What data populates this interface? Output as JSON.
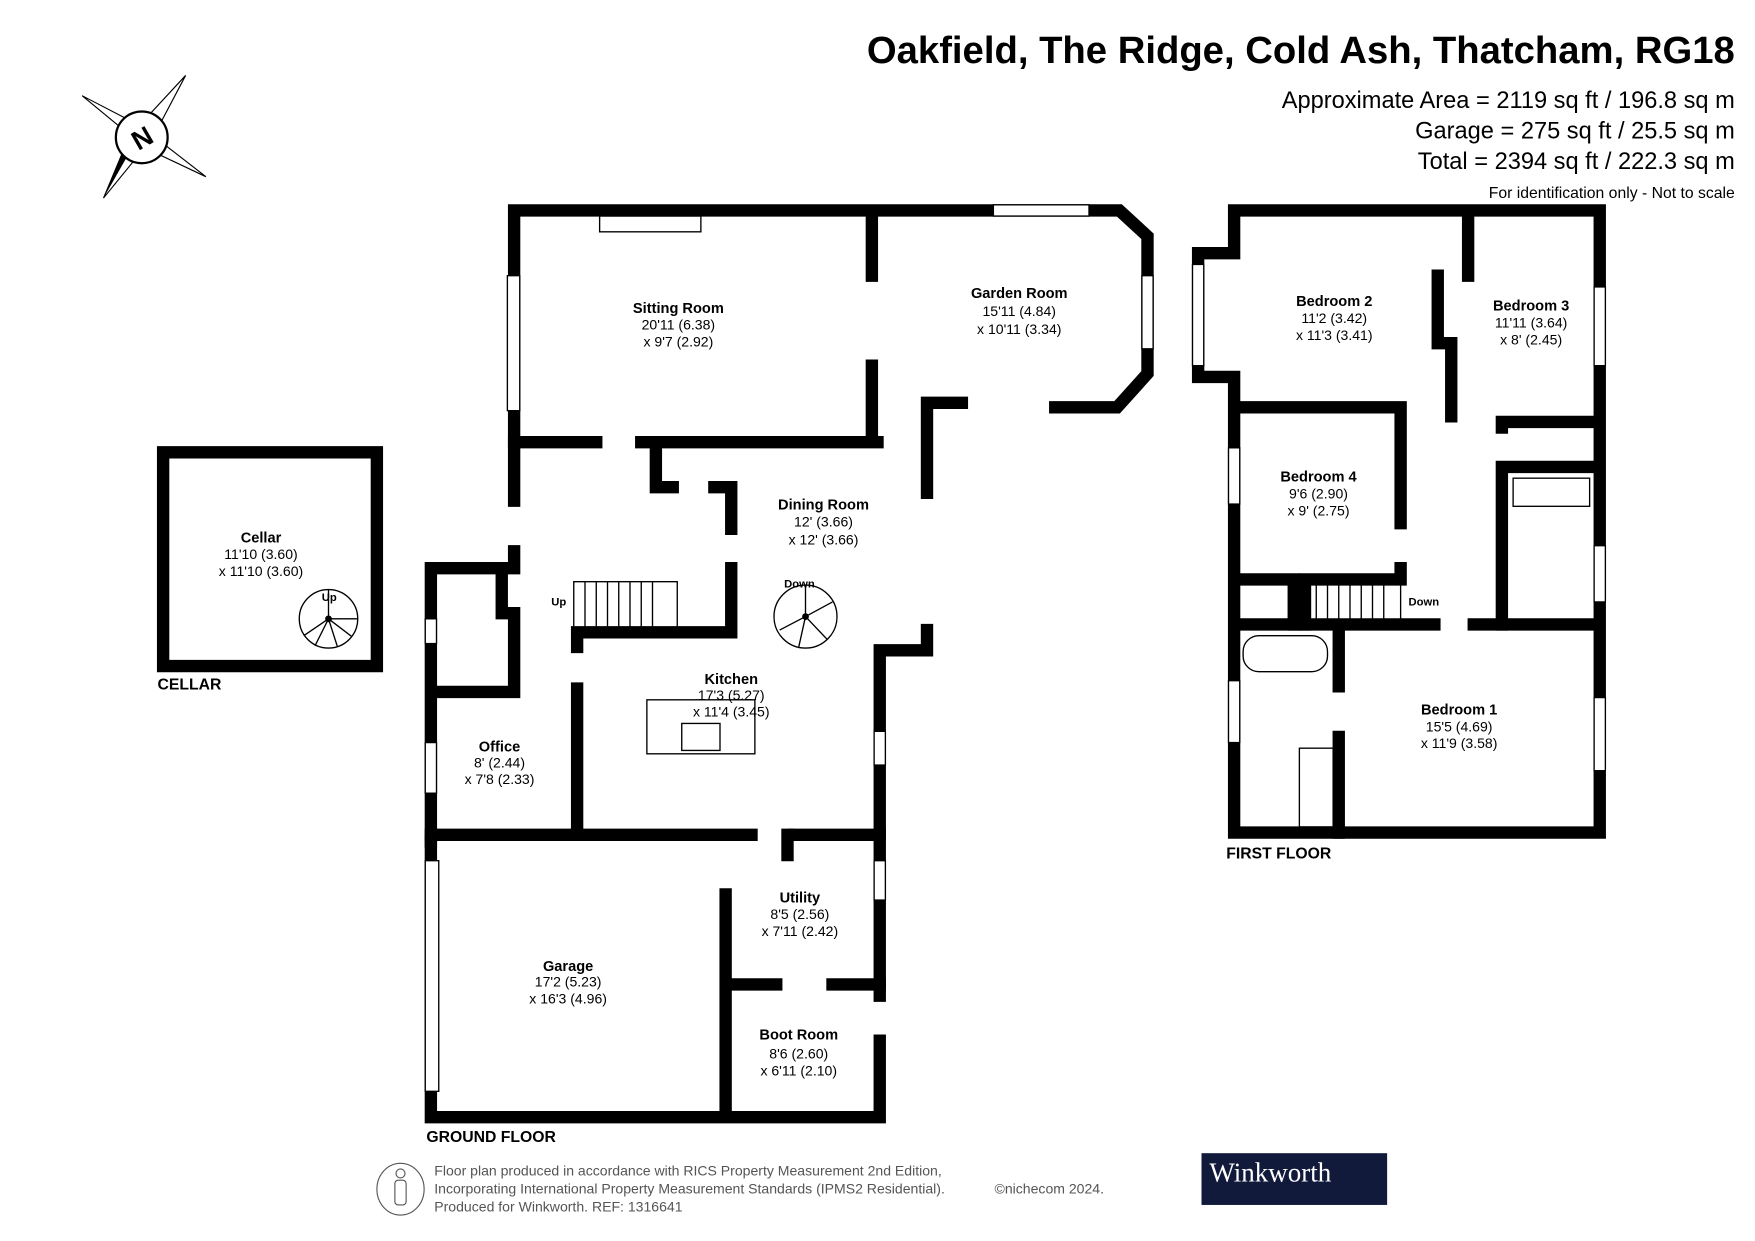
{
  "header": {
    "title": "Oakfield, The Ridge, Cold Ash, Thatcham, RG18",
    "approximate_area": "Approximate Area = 2119 sq ft / 196.8 sq m",
    "garage_area": "Garage = 275 sq ft / 25.5 sq m",
    "total_area": "Total = 2394 sq ft / 222.3 sq m",
    "disclaimer": "For identification only - Not to scale"
  },
  "compass": {
    "label": "N",
    "icon": "north-compass-icon"
  },
  "floors": {
    "cellar": "CELLAR",
    "ground": "GROUND FLOOR",
    "first": "FIRST FLOOR"
  },
  "rooms": {
    "cellar": {
      "name": "Cellar",
      "dim1": "11'10 (3.60)",
      "dim2": "x 11'10 (3.60)"
    },
    "sitting": {
      "name": "Sitting Room",
      "dim1": "20'11 (6.38)",
      "dim2": "x 9'7 (2.92)"
    },
    "garden": {
      "name": "Garden Room",
      "dim1": "15'11 (4.84)",
      "dim2": "x 10'11 (3.34)"
    },
    "dining": {
      "name": "Dining Room",
      "dim1": "12' (3.66)",
      "dim2": "x 12' (3.66)"
    },
    "kitchen": {
      "name": "Kitchen",
      "dim1": "17'3 (5.27)",
      "dim2": "x 11'4 (3.45)"
    },
    "office": {
      "name": "Office",
      "dim1": "8' (2.44)",
      "dim2": "x 7'8 (2.33)"
    },
    "garage": {
      "name": "Garage",
      "dim1": "17'2 (5.23)",
      "dim2": "x 16'3 (4.96)"
    },
    "utility": {
      "name": "Utility",
      "dim1": "8'5 (2.56)",
      "dim2": "x 7'11 (2.42)"
    },
    "boot": {
      "name": "Boot Room",
      "dim1": "8'6 (2.60)",
      "dim2": "x 6'11 (2.10)"
    },
    "bed1": {
      "name": "Bedroom 1",
      "dim1": "15'5 (4.69)",
      "dim2": "x 11'9 (3.58)"
    },
    "bed2": {
      "name": "Bedroom 2",
      "dim1": "11'2 (3.42)",
      "dim2": "x 11'3 (3.41)"
    },
    "bed3": {
      "name": "Bedroom 3",
      "dim1": "11'11 (3.64)",
      "dim2": "x 8' (2.45)"
    },
    "bed4": {
      "name": "Bedroom 4",
      "dim1": "9'6 (2.90)",
      "dim2": "x 9' (2.75)"
    }
  },
  "stairs": {
    "up": "Up",
    "down": "Down",
    "cellar_up": "Up",
    "first_down": "Down",
    "ground_down": "Down"
  },
  "footer": {
    "line1": "Floor plan produced in accordance with RICS Property Measurement 2nd Edition,",
    "line2": "Incorporating International Property Measurement Standards (IPMS2 Residential).",
    "copyright": "©nichecom 2024.",
    "line3": "Produced for Winkworth.   REF: 1316641",
    "brand": "Winkworth",
    "brand_bg": "#121a3c"
  }
}
